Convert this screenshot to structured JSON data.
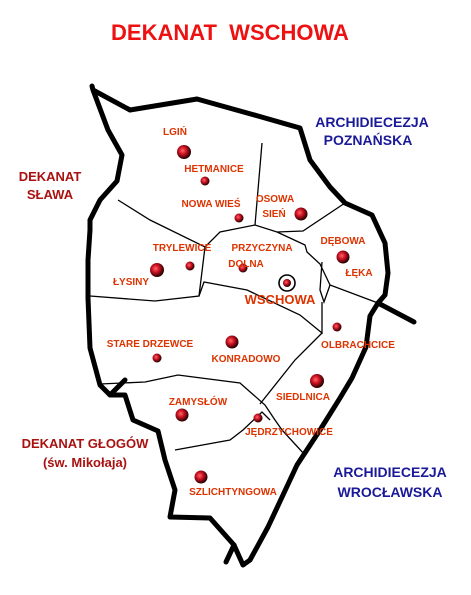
{
  "title": "DEKANAT  WSCHOWA",
  "regions": {
    "archdiocese_poznan": [
      "ARCHIDIECEZJA",
      "POZNAŃSKA"
    ],
    "dekanat_slawa": [
      "DEKANAT",
      "SŁAWA"
    ],
    "dekanat_glogow": [
      "DEKANAT GŁOGÓW",
      "(św. Mikołaja)"
    ],
    "archdiocese_wroclaw": [
      "ARCHIDIECEZJA",
      "WROCŁAWSKA"
    ]
  },
  "places": {
    "lgin": "LGIŃ",
    "hetmanice": "HETMANICE",
    "nowa_wies": "NOWA WIEŚ",
    "osowa_sien": [
      "OSOWA",
      "SIEŃ"
    ],
    "trylewice": "TRYLEWICE",
    "lysiny": "ŁYSINY",
    "przyczyna_dolna": [
      "PRZYCZYNA",
      "DOLNA"
    ],
    "wschowa": "WSCHOWA",
    "debowa_leka": [
      "DĘBOWA",
      "ŁĘKA"
    ],
    "stare_drzewce": "STARE DRZEWCE",
    "konradowo": "KONRADOWO",
    "olbrachcice": "OLBRACHCICE",
    "zamyslow": "ZAMYSŁÓW",
    "siedlnica": "SIEDLNICA",
    "jedrzychowice": "JĘDRZYCHOWICE",
    "szlichtyngowa": "SZLICHTYNGOWA"
  },
  "colors": {
    "title": "#ee1111",
    "place_label": "#dd3300",
    "archdiocese_label": "#1a1a99",
    "dekanat_label": "#aa1111",
    "boundary": "#000000",
    "church_marker": "#cc1122"
  }
}
